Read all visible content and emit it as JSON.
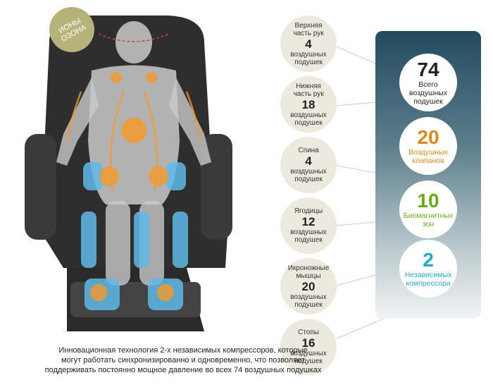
{
  "ozone_badge": {
    "line1": "ИОНЫ",
    "line2": "ОЗОНА"
  },
  "zones": [
    {
      "label1": "Верхняя",
      "label2": "часть рук",
      "count": "4",
      "unit1": "воздушных",
      "unit2": "подушек"
    },
    {
      "label1": "Нижняя",
      "label2": "часть рук",
      "count": "18",
      "unit1": "воздушных",
      "unit2": "подушек"
    },
    {
      "label1": "Спина",
      "label2": "",
      "count": "4",
      "unit1": "воздушных",
      "unit2": "подушек"
    },
    {
      "label1": "Ягодицы",
      "label2": "",
      "count": "12",
      "unit1": "воздушных",
      "unit2": "подушек"
    },
    {
      "label1": "Икроножные",
      "label2": "мышцы",
      "count": "20",
      "unit1": "воздушных",
      "unit2": "подушек"
    },
    {
      "label1": "Стопы",
      "label2": "",
      "count": "16",
      "unit1": "воздушных",
      "unit2": "подушек"
    }
  ],
  "stats": [
    {
      "value": "74",
      "text1": "Всего",
      "text2": "воздушных",
      "text3": "подушек",
      "color": "#222222"
    },
    {
      "value": "20",
      "text1": "Воздушных",
      "text2": "клапанов",
      "text3": "",
      "color": "#d98a1a"
    },
    {
      "value": "10",
      "text1": "Биомагнитных",
      "text2": "зон",
      "text3": "",
      "color": "#6aa81e"
    },
    {
      "value": "2",
      "text1": "Независимых",
      "text2": "компрессора",
      "text3": "",
      "color": "#2aa6c8"
    }
  ],
  "caption": {
    "line1": "Инновационная технология 2-х независимых компрессоров, которые",
    "line2": "могут работать синхронизированно и одновременно, что позволяет",
    "line3": "поддерживать постоянно мощное давление во всех 74 воздушных подушках"
  }
}
